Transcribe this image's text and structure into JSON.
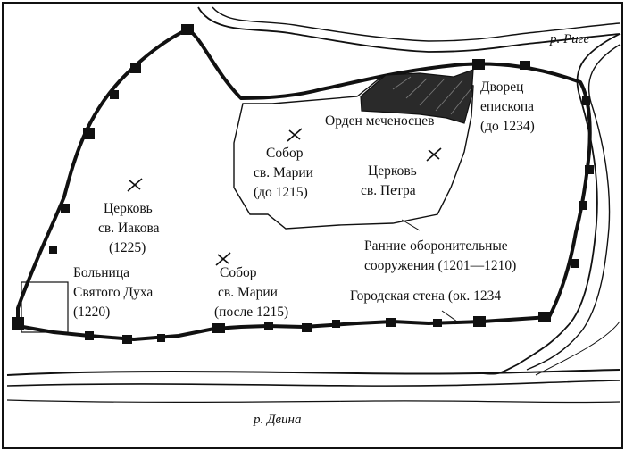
{
  "map": {
    "rivers": {
      "riga": "р. Риге",
      "dvina": "р. Двина"
    },
    "labels": {
      "order": "Орден меченосцев",
      "bishop_palace": [
        "Дворец",
        "епископа",
        "(до 1234)"
      ],
      "st_mary_old": [
        "Собор",
        "св. Марии",
        "(до 1215)"
      ],
      "st_peter": [
        "Церковь",
        "св. Петра"
      ],
      "st_james": [
        "Церковь",
        "св. Иакова",
        "(1225)"
      ],
      "early_fortifications": [
        "Ранние оборонительные",
        "сооружения (1201—1210)"
      ],
      "hospital": [
        "Больница",
        "Святого Духа",
        "(1220)"
      ],
      "st_mary_new": [
        "Собор",
        "св. Марии",
        "(после 1215)"
      ],
      "city_wall": "Городская стена (ок. 1234"
    },
    "colors": {
      "ink": "#111111",
      "paper": "#ffffff"
    }
  }
}
